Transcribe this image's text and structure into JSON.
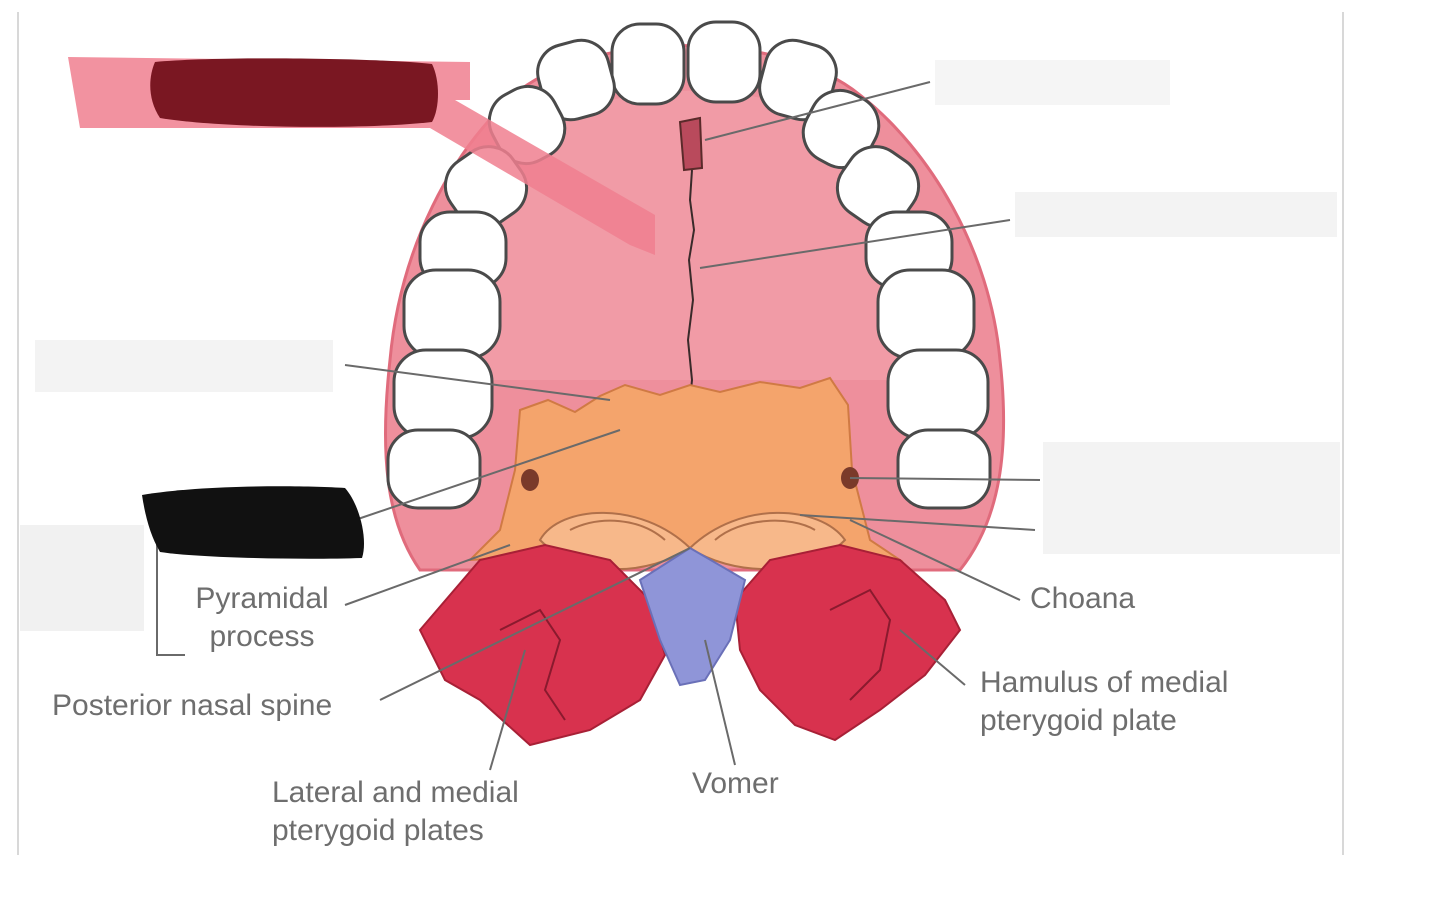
{
  "labels": {
    "pyramidal_process": [
      "Pyramidal",
      "process"
    ],
    "posterior_nasal_spine": "Posterior nasal spine",
    "pterygoid_plates": [
      "Lateral and medial",
      "pterygoid plates"
    ],
    "vomer": "Vomer",
    "choana": "Choana",
    "hamulus": [
      "Hamulus of medial",
      "pterygoid plate"
    ]
  },
  "colors": {
    "palate": "#ee8f9c",
    "palate_edge": "#e06b7c",
    "bone": "#f4a46c",
    "vomer": "#8f95d8",
    "pterygoid": "#d8324e",
    "tooth_fill": "#ffffff",
    "tooth_stroke": "#4a4a4a",
    "redaction_dark": "#7a1722",
    "redaction_pink": "#f07f8f",
    "redaction_black": "#111111",
    "placeholder": "#eeeeee",
    "leader": "#6a6a6a",
    "label_text": "#6e6e6e"
  }
}
